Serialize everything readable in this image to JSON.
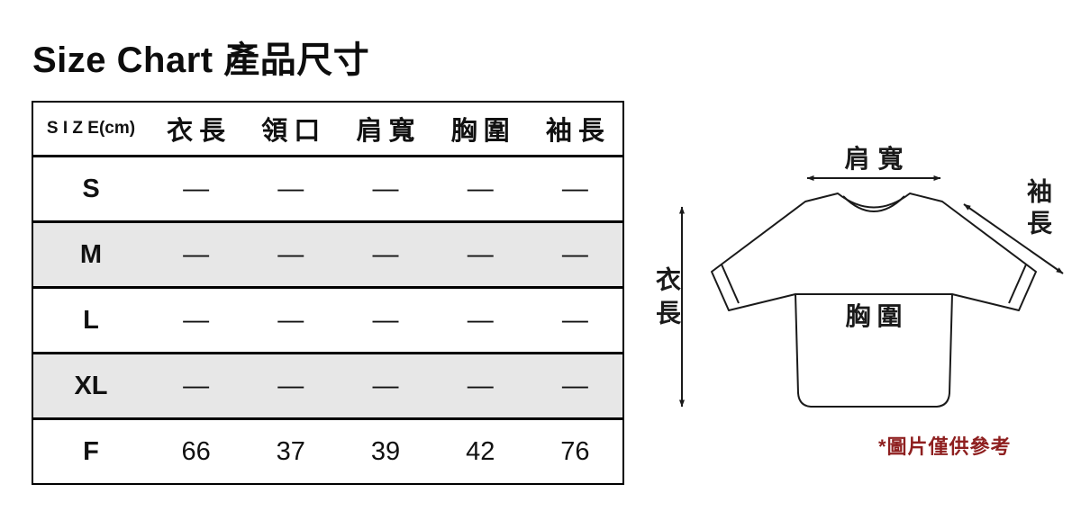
{
  "page": {
    "title": "Size Chart 產品尺寸"
  },
  "table": {
    "size_header": "S I Z E(cm)",
    "columns": [
      "衣長",
      "領口",
      "肩寬",
      "胸圍",
      "袖長"
    ],
    "rows": [
      {
        "size": "S",
        "values": [
          "—",
          "—",
          "—",
          "—",
          "—"
        ]
      },
      {
        "size": "M",
        "values": [
          "—",
          "—",
          "—",
          "—",
          "—"
        ]
      },
      {
        "size": "L",
        "values": [
          "—",
          "—",
          "—",
          "—",
          "—"
        ]
      },
      {
        "size": "XL",
        "values": [
          "—",
          "—",
          "—",
          "—",
          "—"
        ]
      },
      {
        "size": "F",
        "values": [
          "66",
          "37",
          "39",
          "42",
          "76"
        ]
      }
    ]
  },
  "diagram": {
    "shoulder_label": "肩寬",
    "sleeve_label": "袖長",
    "length_label": "衣長",
    "chest_label": "胸圍",
    "note": "*圖片僅供參考",
    "note_color": "#8e1f1f",
    "line_color": "#1a1a1a"
  }
}
